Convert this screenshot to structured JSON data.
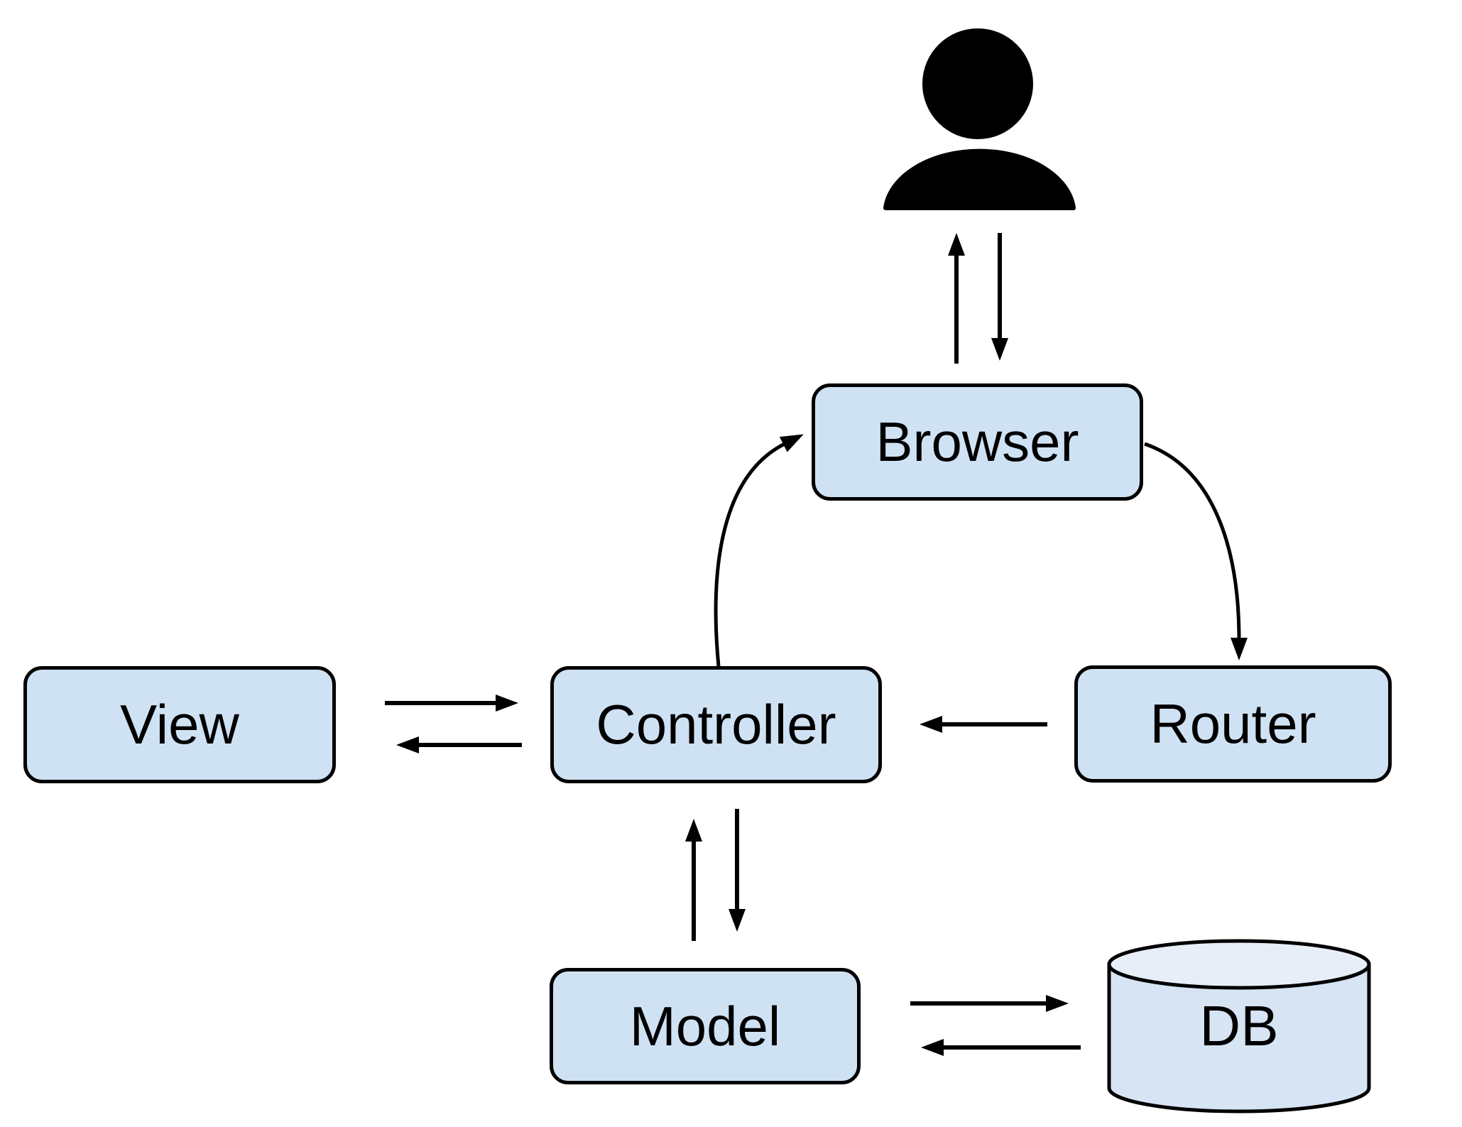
{
  "nodes": {
    "browser": {
      "label": "Browser"
    },
    "view": {
      "label": "View"
    },
    "controller": {
      "label": "Controller"
    },
    "router": {
      "label": "Router"
    },
    "model": {
      "label": "Model"
    },
    "db": {
      "label": "DB"
    }
  },
  "icons": {
    "user": "user-icon"
  },
  "edges": [
    {
      "from": "browser",
      "to": "user"
    },
    {
      "from": "user",
      "to": "browser"
    },
    {
      "from": "controller",
      "to": "browser"
    },
    {
      "from": "browser",
      "to": "router"
    },
    {
      "from": "router",
      "to": "controller"
    },
    {
      "from": "view",
      "to": "controller"
    },
    {
      "from": "controller",
      "to": "view"
    },
    {
      "from": "model",
      "to": "controller"
    },
    {
      "from": "controller",
      "to": "model"
    },
    {
      "from": "model",
      "to": "db"
    },
    {
      "from": "db",
      "to": "model"
    }
  ],
  "colors": {
    "background": "#ffffff",
    "node_fill": "#cfe2f3",
    "cylinder_body_fill": "#d6e4f3",
    "cylinder_top_fill": "#e7eef8",
    "border": "#000000",
    "arrow": "#000000",
    "icon": "#000000",
    "text": "#000000"
  }
}
